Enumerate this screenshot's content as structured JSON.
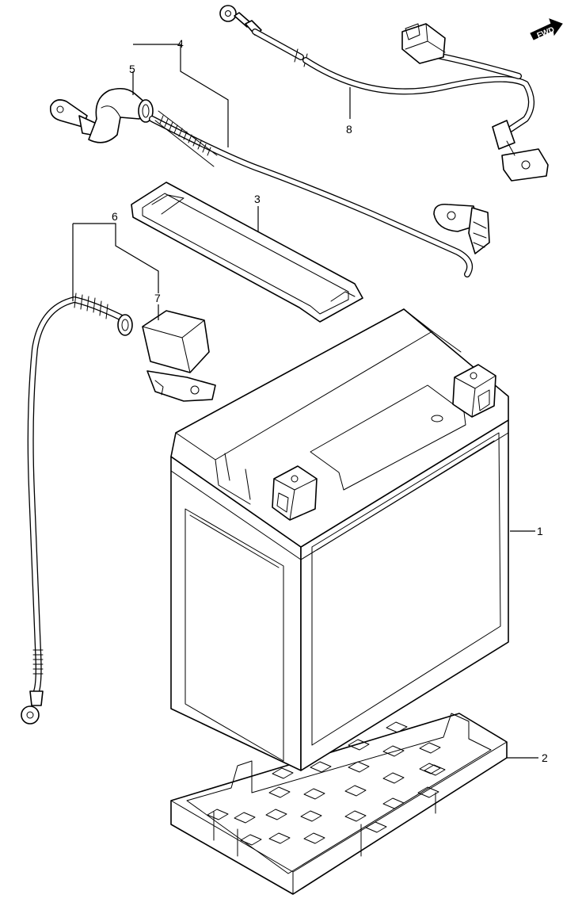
{
  "direction_badge": {
    "label": "FWD",
    "icon": "forward-arrow-icon"
  },
  "callouts": [
    {
      "id": "1",
      "label": "1",
      "part": "battery"
    },
    {
      "id": "2",
      "label": "2",
      "part": "battery-tray"
    },
    {
      "id": "3",
      "label": "3",
      "part": "battery-band"
    },
    {
      "id": "4",
      "label": "4",
      "part": "positive-battery-cable"
    },
    {
      "id": "5",
      "label": "5",
      "part": "positive-terminal-cover"
    },
    {
      "id": "6",
      "label": "6",
      "part": "negative-battery-cable"
    },
    {
      "id": "7",
      "label": "7",
      "part": "negative-terminal-cover"
    },
    {
      "id": "8",
      "label": "8",
      "part": "battery-lead-harness"
    }
  ],
  "colors": {
    "line": "#000000",
    "background": "#ffffff"
  }
}
